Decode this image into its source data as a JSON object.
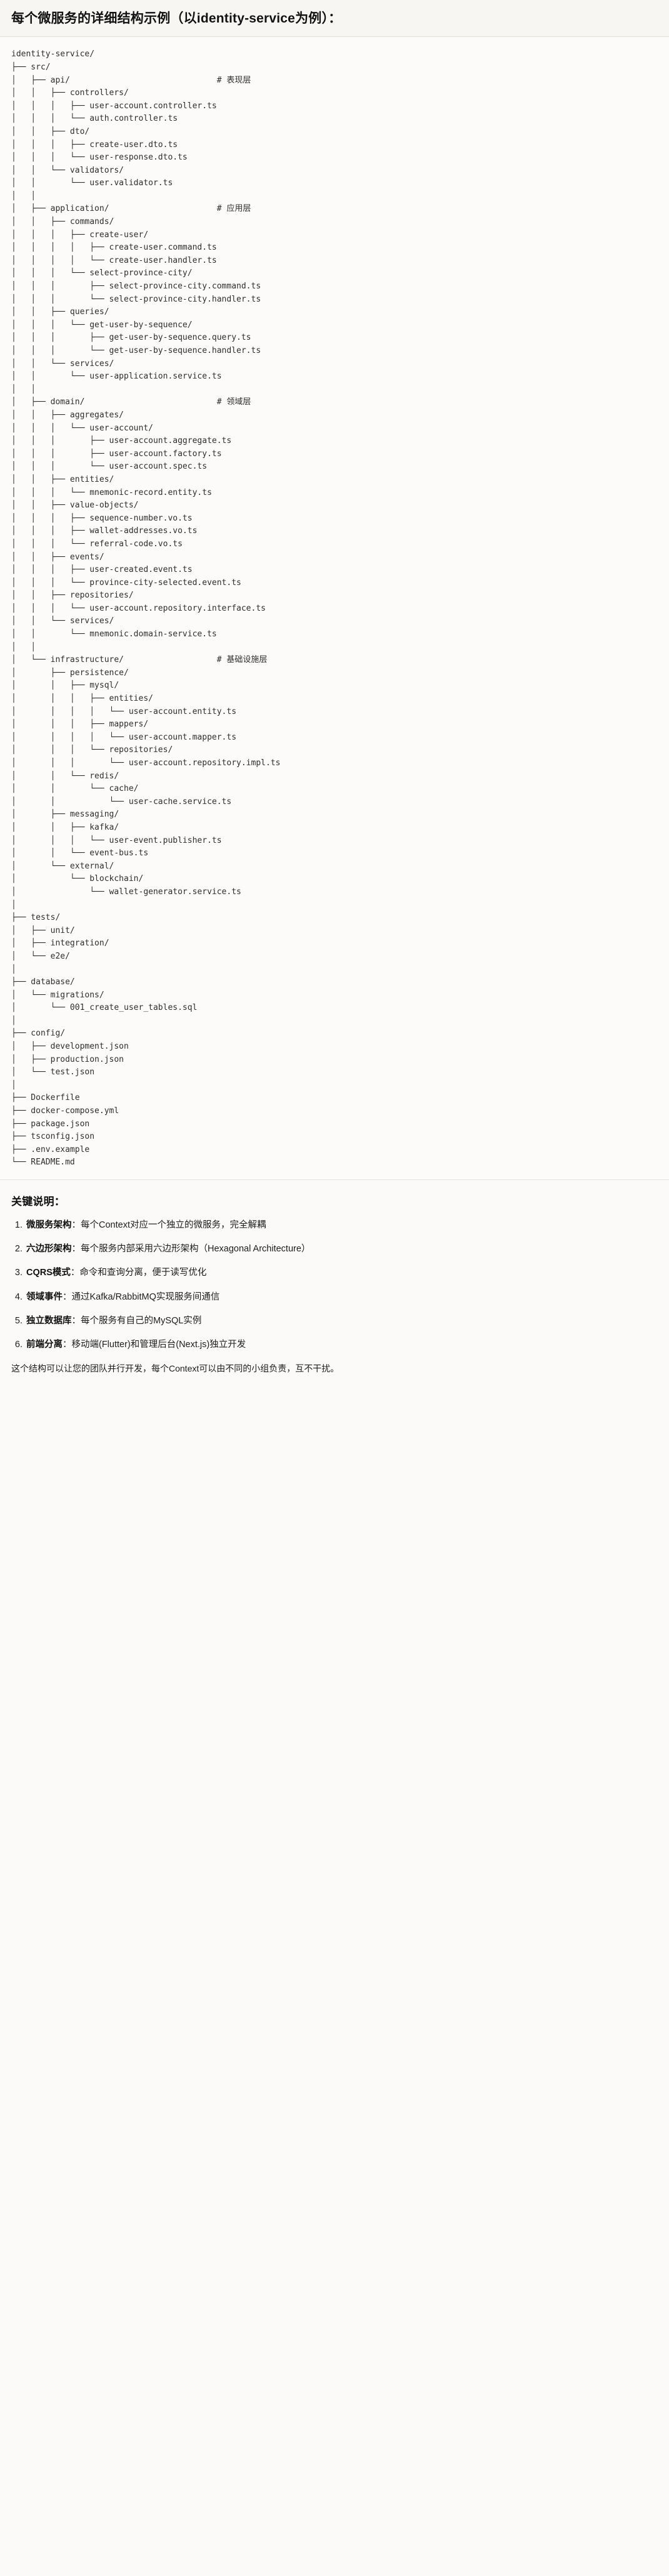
{
  "document": {
    "title": "每个微服务的详细结构示例（以identity-service为例）："
  },
  "tree": {
    "root": "identity-service/",
    "comments": {
      "api": "# 表现层",
      "application": "# 应用层",
      "domain": "# 领域层",
      "infrastructure": "# 基础设施层"
    },
    "text": "identity-service/\n├── src/\n│   ├── api/                              # 表现层\n│   │   ├── controllers/\n│   │   │   ├── user-account.controller.ts\n│   │   │   └── auth.controller.ts\n│   │   ├── dto/\n│   │   │   ├── create-user.dto.ts\n│   │   │   └── user-response.dto.ts\n│   │   └── validators/\n│   │       └── user.validator.ts\n│   │\n│   ├── application/                      # 应用层\n│   │   ├── commands/\n│   │   │   ├── create-user/\n│   │   │   │   ├── create-user.command.ts\n│   │   │   │   └── create-user.handler.ts\n│   │   │   └── select-province-city/\n│   │   │       ├── select-province-city.command.ts\n│   │   │       └── select-province-city.handler.ts\n│   │   ├── queries/\n│   │   │   └── get-user-by-sequence/\n│   │   │       ├── get-user-by-sequence.query.ts\n│   │   │       └── get-user-by-sequence.handler.ts\n│   │   └── services/\n│   │       └── user-application.service.ts\n│   │\n│   ├── domain/                           # 领域层\n│   │   ├── aggregates/\n│   │   │   └── user-account/\n│   │   │       ├── user-account.aggregate.ts\n│   │   │       ├── user-account.factory.ts\n│   │   │       └── user-account.spec.ts\n│   │   ├── entities/\n│   │   │   └── mnemonic-record.entity.ts\n│   │   ├── value-objects/\n│   │   │   ├── sequence-number.vo.ts\n│   │   │   ├── wallet-addresses.vo.ts\n│   │   │   └── referral-code.vo.ts\n│   │   ├── events/\n│   │   │   ├── user-created.event.ts\n│   │   │   └── province-city-selected.event.ts\n│   │   ├── repositories/\n│   │   │   └── user-account.repository.interface.ts\n│   │   └── services/\n│   │       └── mnemonic.domain-service.ts\n│   │\n│   └── infrastructure/                   # 基础设施层\n│       ├── persistence/\n│       │   ├── mysql/\n│       │   │   ├── entities/\n│       │   │   │   └── user-account.entity.ts\n│       │   │   ├── mappers/\n│       │   │   │   └── user-account.mapper.ts\n│       │   │   └── repositories/\n│       │   │       └── user-account.repository.impl.ts\n│       │   └── redis/\n│       │       └── cache/\n│       │           └── user-cache.service.ts\n│       ├── messaging/\n│       │   ├── kafka/\n│       │   │   └── user-event.publisher.ts\n│       │   └── event-bus.ts\n│       └── external/\n│           └── blockchain/\n│               └── wallet-generator.service.ts\n│\n├── tests/\n│   ├── unit/\n│   ├── integration/\n│   └── e2e/\n│\n├── database/\n│   └── migrations/\n│       └── 001_create_user_tables.sql\n│\n├── config/\n│   ├── development.json\n│   ├── production.json\n│   └── test.json\n│\n├── Dockerfile\n├── docker-compose.yml\n├── package.json\n├── tsconfig.json\n├── .env.example\n└── README.md"
  },
  "notes": {
    "heading": "关键说明：",
    "items": [
      {
        "term": "微服务架构",
        "sep": "：",
        "desc": "每个Context对应一个独立的微服务，完全解耦"
      },
      {
        "term": "六边形架构",
        "sep": "：",
        "desc": "每个服务内部采用六边形架构（Hexagonal Architecture）"
      },
      {
        "term": "CQRS模式",
        "sep": "：",
        "desc": "命令和查询分离，便于读写优化"
      },
      {
        "term": "领域事件",
        "sep": "：",
        "desc": "通过Kafka/RabbitMQ实现服务间通信"
      },
      {
        "term": "独立数据库",
        "sep": "：",
        "desc": "每个服务有自己的MySQL实例"
      },
      {
        "term": "前端分离",
        "sep": "：",
        "desc": "移动端(Flutter)和管理后台(Next.js)独立开发"
      }
    ],
    "closing": "这个结构可以让您的团队并行开发，每个Context可以由不同的小组负责，互不干扰。"
  }
}
